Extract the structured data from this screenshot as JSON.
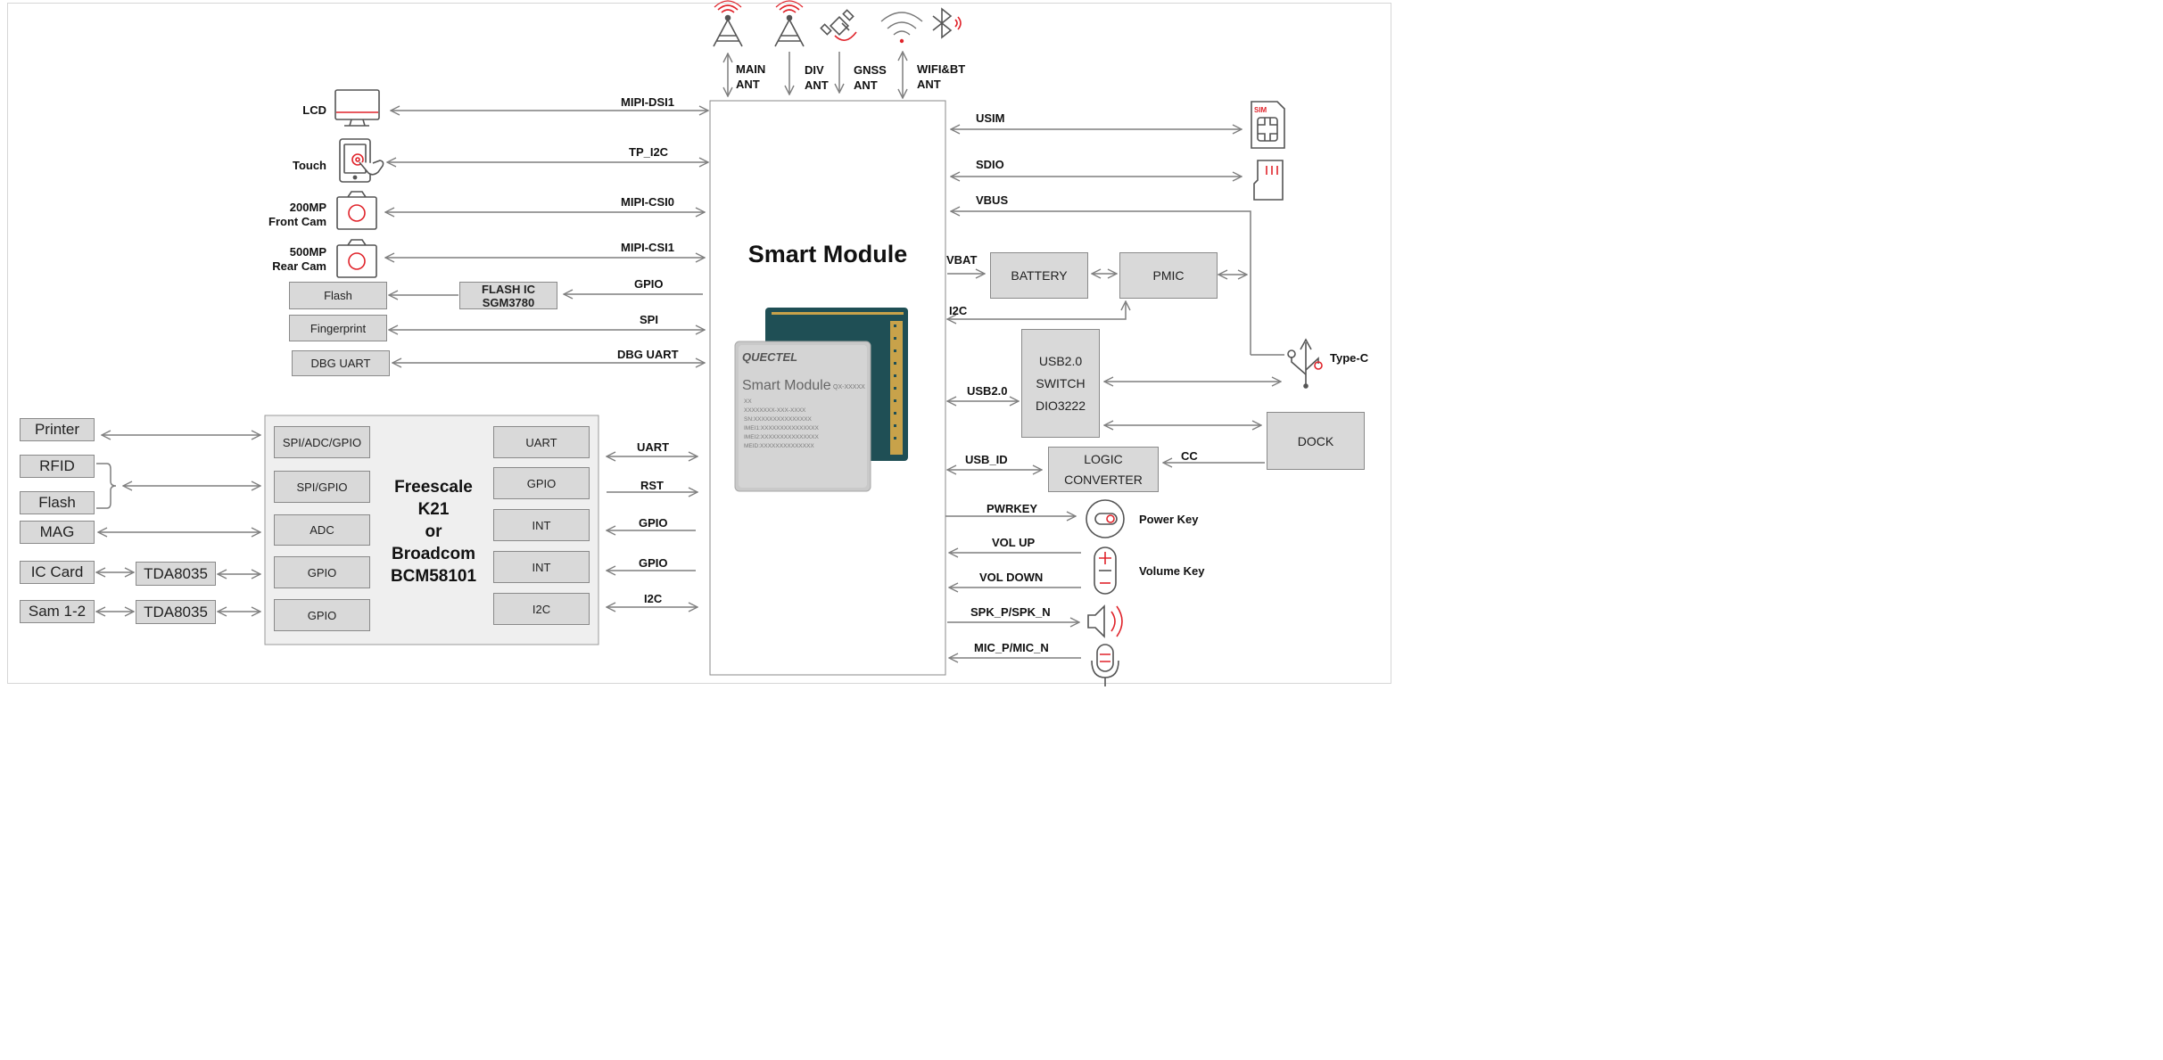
{
  "module": {
    "title": "Smart Module",
    "chip_brand": "QUECTEL",
    "chip_name": "Smart Module",
    "chip_part": "QX-XXXXX",
    "chip_lines": [
      "XX",
      "XXXXXXXX-XXX-XXXX",
      "SN:XXXXXXXXXXXXXXX",
      "IMEI1:XXXXXXXXXXXXXXX",
      "IMEI2:XXXXXXXXXXXXXXX",
      "MEID:XXXXXXXXXXXXXX"
    ]
  },
  "antennas": [
    {
      "line1": "MAIN",
      "line2": "ANT",
      "icon": "cell-tower-icon"
    },
    {
      "line1": "DIV",
      "line2": "ANT",
      "icon": "cell-tower-icon"
    },
    {
      "line1": "GNSS",
      "line2": "ANT",
      "icon": "satellite-icon"
    },
    {
      "line1": "WIFI&BT",
      "line2": "ANT",
      "icon": "wifi-icon"
    }
  ],
  "left_peripherals": [
    {
      "name": "LCD",
      "signal": "MIPI-DSI1",
      "icon": "monitor-icon"
    },
    {
      "name": "Touch",
      "signal": "TP_I2C",
      "icon": "touch-tablet-icon"
    },
    {
      "name1": "200MP",
      "name2": "Front Cam",
      "signal": "MIPI-CSI0",
      "icon": "camera-icon"
    },
    {
      "name1": "500MP",
      "name2": "Rear Cam",
      "signal": "MIPI-CSI1",
      "icon": "camera-icon"
    },
    {
      "name": "Flash",
      "mid_line1": "FLASH IC",
      "mid_line2": "SGM3780",
      "signal": "GPIO"
    },
    {
      "name": "Fingerprint",
      "signal": "SPI"
    },
    {
      "name": "DBG UART",
      "signal": "DBG UART"
    }
  ],
  "mcu": {
    "line1": "Freescale",
    "line2": "K21",
    "line3": "or",
    "line4": "Broadcom",
    "line5": "BCM58101",
    "left_ports": [
      "SPI/ADC/GPIO",
      "SPI/GPIO",
      "ADC",
      "GPIO",
      "GPIO"
    ],
    "right_ports": [
      "UART",
      "GPIO",
      "INT",
      "INT",
      "I2C"
    ],
    "signals": [
      "UART",
      "RST",
      "GPIO",
      "GPIO",
      "I2C"
    ]
  },
  "external_devices": [
    "Printer",
    "RFID",
    "Flash",
    "MAG",
    "IC Card",
    "Sam 1-2"
  ],
  "tda": [
    "TDA8035",
    "TDA8035"
  ],
  "right_side": {
    "usim": "USIM",
    "sdio": "SDIO",
    "vbus": "VBUS",
    "vbat": "VBAT",
    "battery": "BATTERY",
    "pmic": "PMIC",
    "i2c": "I2C",
    "usb_signal": "USB2.0",
    "usb_switch": [
      "USB2.0",
      "SWITCH",
      "DIO3222"
    ],
    "typec": "Type-C",
    "dock": "DOCK",
    "usb_id": "USB_ID",
    "logic": [
      "LOGIC",
      "CONVERTER"
    ],
    "cc": "CC",
    "pwrkey": "PWRKEY",
    "power_key": "Power Key",
    "vol_up": "VOL UP",
    "vol_down": "VOL DOWN",
    "volume_key": "Volume Key",
    "spk": "SPK_P/SPK_N",
    "mic": "MIC_P/MIC_N",
    "sim_text": "SIM"
  },
  "colors": {
    "accent": "#e0242b",
    "line": "#7f7f7f",
    "box": "#d9d9d9"
  }
}
